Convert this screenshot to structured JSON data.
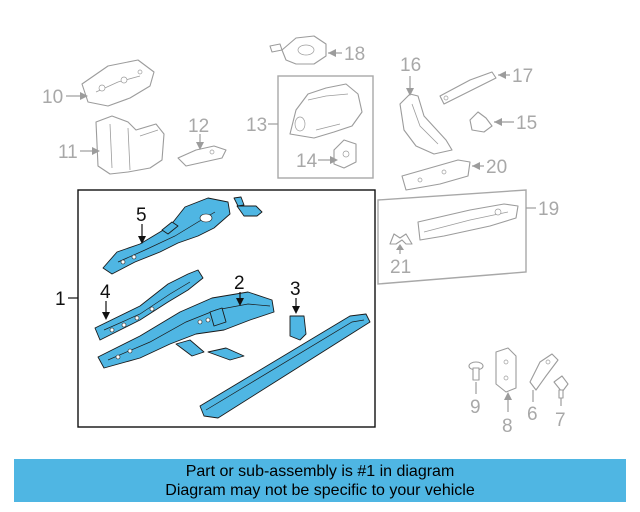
{
  "callouts": {
    "c1": "1",
    "c2": "2",
    "c3": "3",
    "c4": "4",
    "c5": "5",
    "c6": "6",
    "c7": "7",
    "c8": "8",
    "c9": "9",
    "c10": "10",
    "c11": "11",
    "c12": "12",
    "c13": "13",
    "c14": "14",
    "c15": "15",
    "c16": "16",
    "c17": "17",
    "c18": "18",
    "c19": "19",
    "c20": "20",
    "c21": "21"
  },
  "banner": {
    "line1": "Part or sub-assembly is #1 in diagram",
    "line2": "Diagram may not be specific to your vehicle"
  },
  "colors": {
    "highlight": "#4fb6e3",
    "inactive": "#9c9c9c",
    "outline": "#111111"
  }
}
